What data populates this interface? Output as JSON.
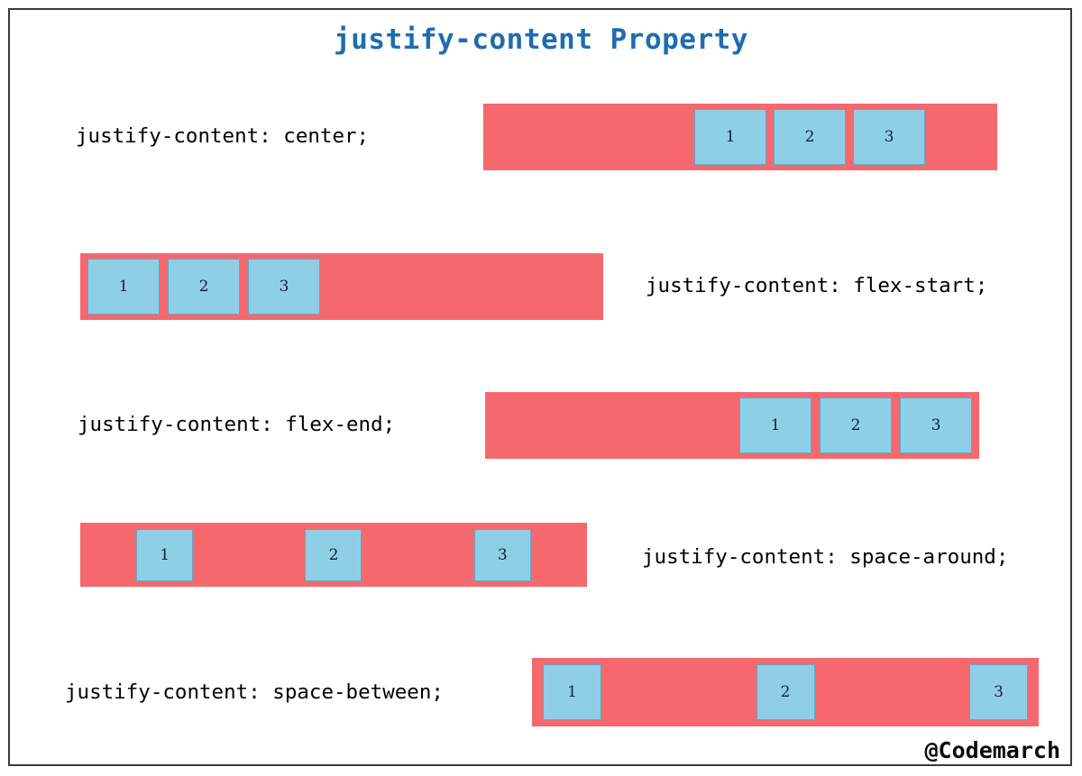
{
  "title": "justify-content Property",
  "colors": {
    "title_blue": "#1f6cb0",
    "container_red": "#f5686e",
    "item_blue": "#8ecfe6",
    "item_border": "#5fa8c6",
    "frame": "#3a3a3e",
    "text": "#000000"
  },
  "watermark": "@Codemarch",
  "rows": [
    {
      "id": "row-1",
      "label": "justify-content: center;",
      "value": "center",
      "label_side": "left",
      "items": [
        "1",
        "2",
        "3"
      ]
    },
    {
      "id": "row-2",
      "label": "justify-content: flex-start;",
      "value": "flex-start",
      "label_side": "right",
      "items": [
        "1",
        "2",
        "3"
      ]
    },
    {
      "id": "row-3",
      "label": "justify-content: flex-end;",
      "value": "flex-end",
      "label_side": "left",
      "items": [
        "1",
        "2",
        "3"
      ]
    },
    {
      "id": "row-4",
      "label": "justify-content: space-around;",
      "value": "space-around",
      "label_side": "right",
      "items": [
        "1",
        "2",
        "3"
      ]
    },
    {
      "id": "row-5",
      "label": "justify-content: space-between;",
      "value": "space-between",
      "label_side": "left",
      "items": [
        "1",
        "2",
        "3"
      ]
    }
  ]
}
